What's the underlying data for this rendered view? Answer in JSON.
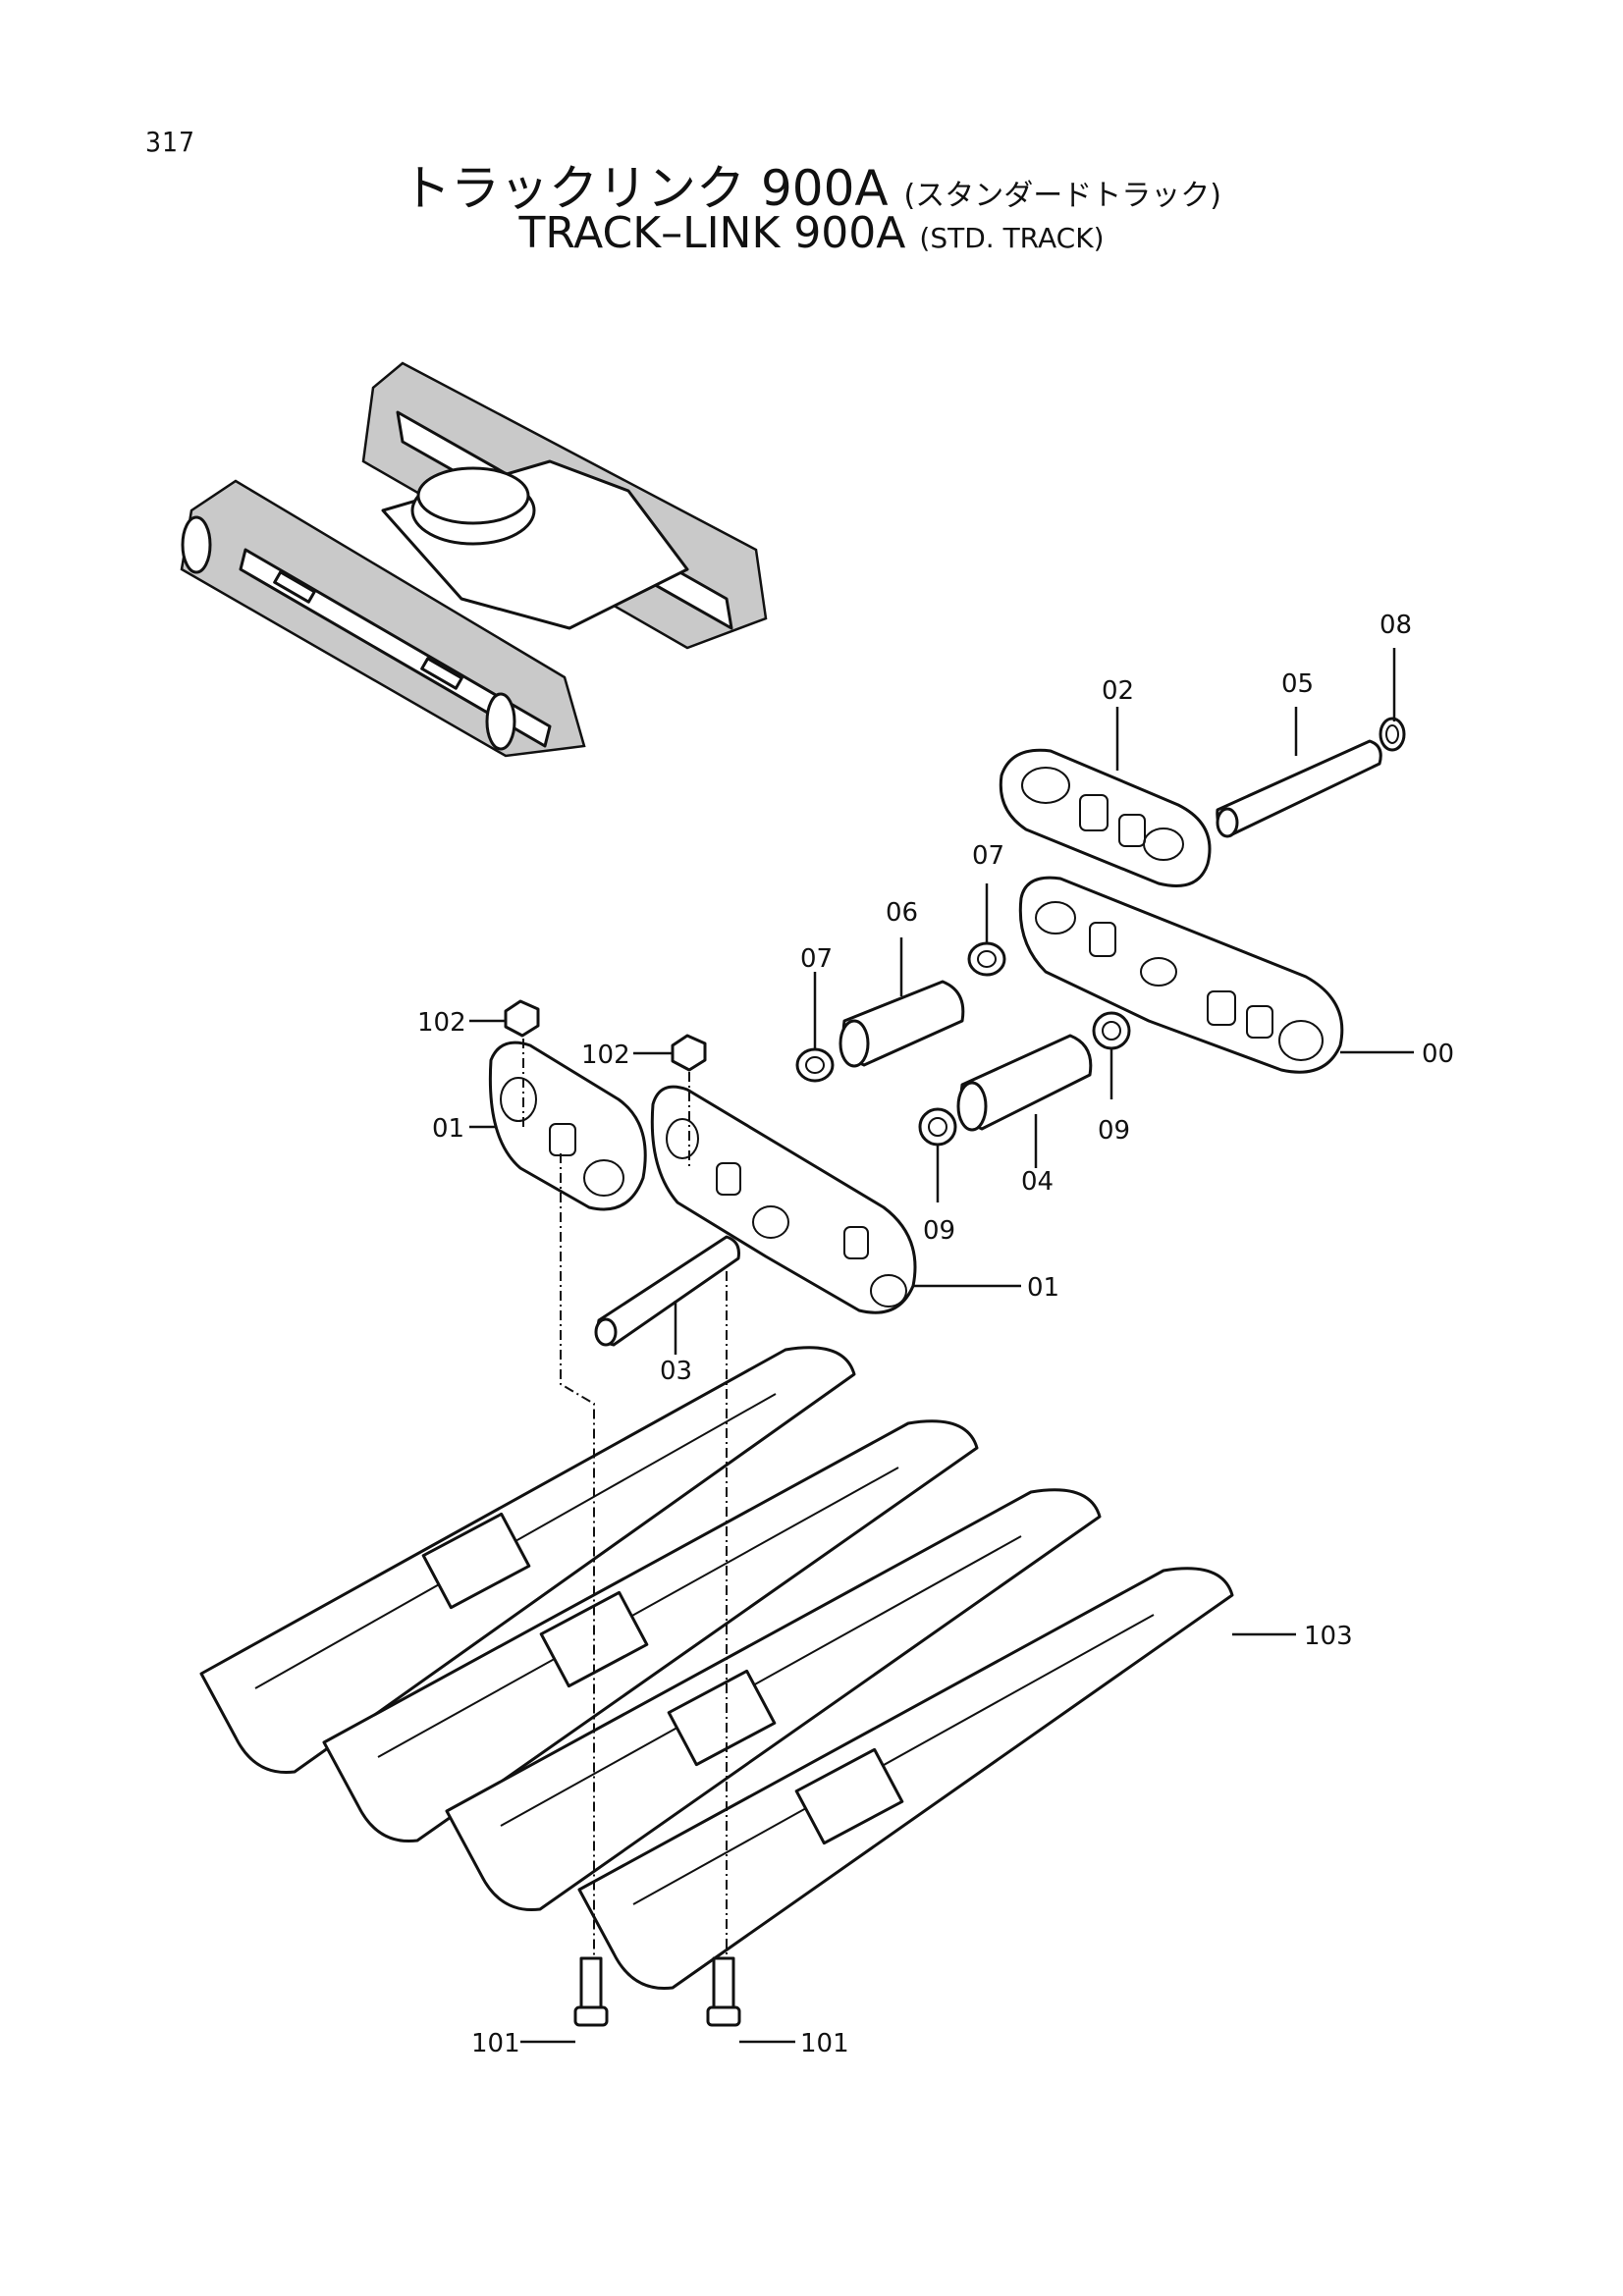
{
  "page_number": "317",
  "title": {
    "jp_main": "トラックリンク 900A",
    "jp_sub": "(スタンダードトラック)",
    "en_main": "TRACK–LINK 900A",
    "en_sub": "(STD. TRACK)"
  },
  "callouts": {
    "c00": "00",
    "c01a": "01",
    "c01b": "01",
    "c02": "02",
    "c03": "03",
    "c04": "04",
    "c05": "05",
    "c06": "06",
    "c07a": "07",
    "c07b": "07",
    "c08": "08",
    "c09a": "09",
    "c09b": "09",
    "c101a": "101",
    "c101b": "101",
    "c102a": "102",
    "c102b": "102",
    "c103": "103"
  }
}
